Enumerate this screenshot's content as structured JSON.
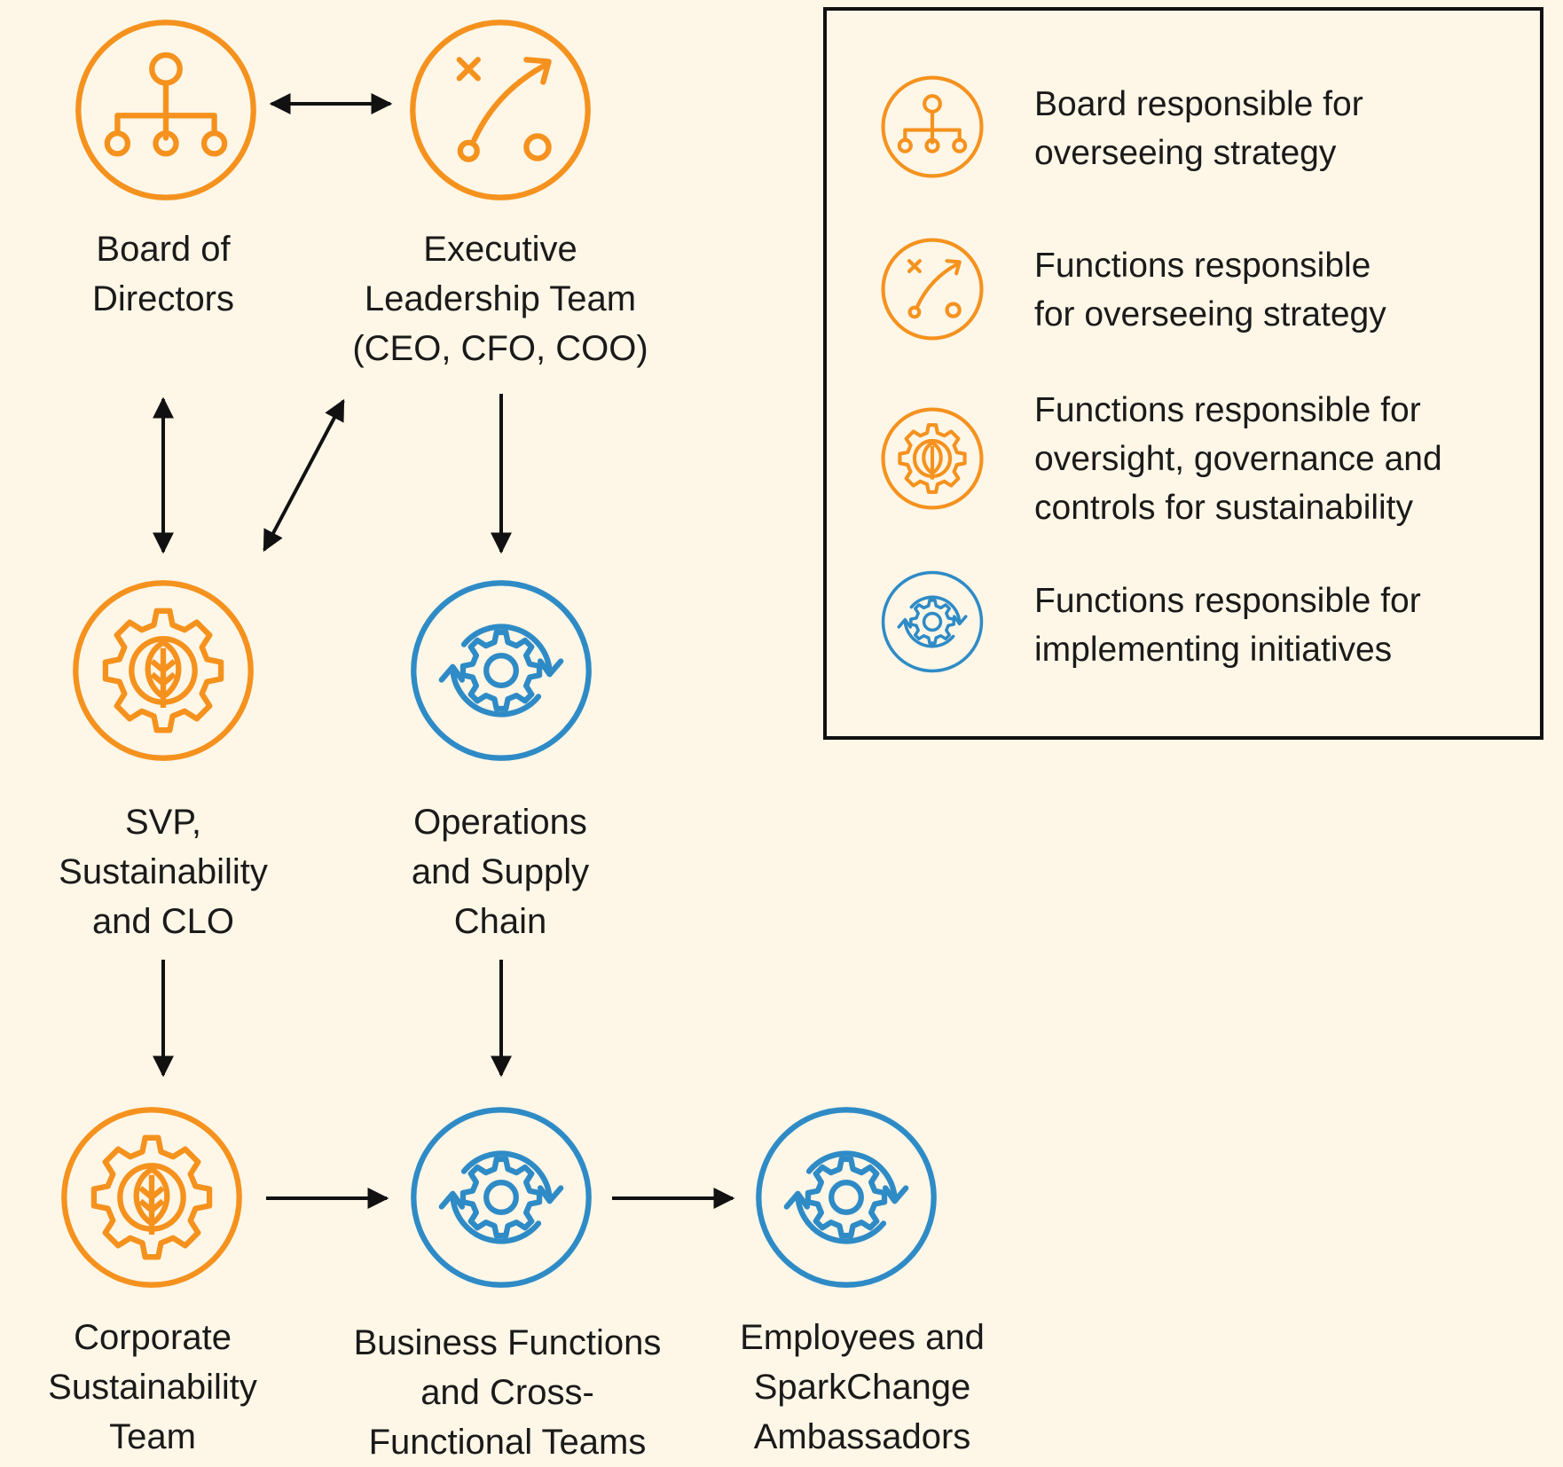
{
  "colors": {
    "background": "#FEF6E7",
    "strategy": "#F5921E",
    "implementation": "#2E8BC6",
    "connector": "#111111"
  },
  "nodes": {
    "board": {
      "label": "Board of\nDirectors",
      "icon": "hierarchy-icon"
    },
    "elt": {
      "label": "Executive\nLeadership Team\n(CEO, CFO, COO)",
      "icon": "strategy-play-icon"
    },
    "svp": {
      "label": "SVP,\nSustainability\nand CLO",
      "icon": "leaf-gear-icon"
    },
    "ops": {
      "label": "Operations\nand Supply\nChain",
      "icon": "gear-cycle-icon"
    },
    "corp": {
      "label": "Corporate\nSustainability\nTeam",
      "icon": "leaf-gear-icon"
    },
    "bf": {
      "label": "Business Functions\nand Cross-\nFunctional Teams",
      "icon": "gear-cycle-icon"
    },
    "emp": {
      "label": "Employees and\nSparkChange\nAmbassadors",
      "icon": "gear-cycle-icon"
    }
  },
  "legend": {
    "items": [
      {
        "icon": "hierarchy-icon",
        "text": "Board responsible for\noverseeing strategy"
      },
      {
        "icon": "strategy-play-icon",
        "text": "Functions responsible\nfor overseeing strategy"
      },
      {
        "icon": "leaf-gear-icon",
        "text": "Functions responsible for\noversight, governance and\ncontrols for sustainability"
      },
      {
        "icon": "gear-cycle-icon",
        "text": "Functions responsible for\nimplementing initiatives"
      }
    ]
  }
}
